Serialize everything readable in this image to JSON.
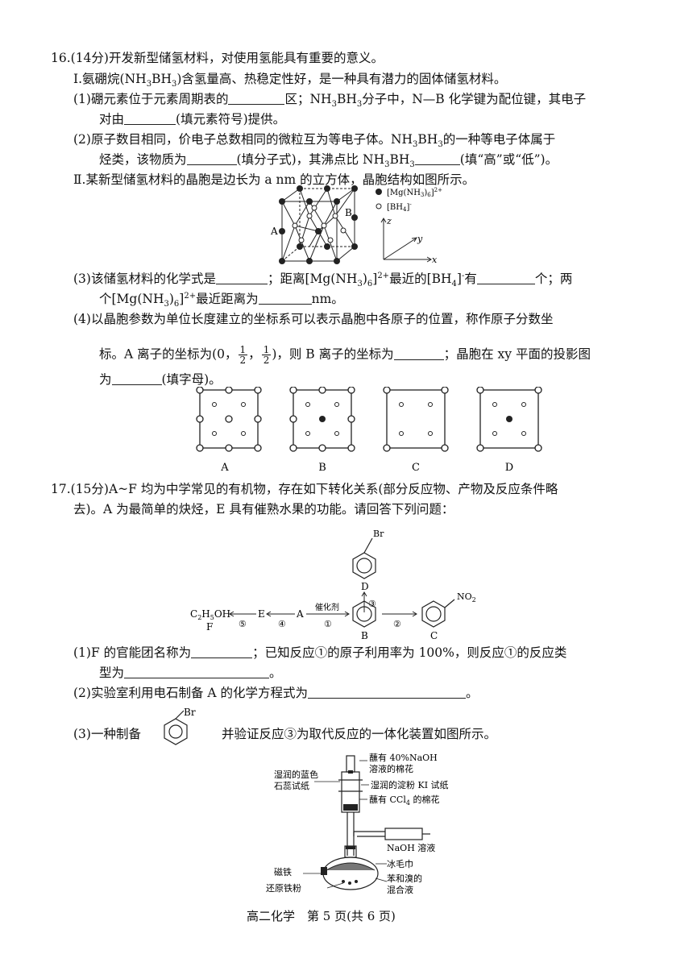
{
  "q16": {
    "header": "16.(14分)开发新型储氢材料，对使用氢能具有重要的意义。",
    "part1_a": "Ⅰ.氨硼烷(NH",
    "part1_b": "BH",
    "part1_c": ")含氢量高、热稳定性好，是一种具有潜力的固体储氢材料。",
    "s1_a": "(1)硼元素位于元素周期表的",
    "s1_b": "区；NH",
    "s1_c": "BH",
    "s1_d": "分子中，N—B 化学键为配位键，其电子",
    "s1_e": "对由",
    "s1_f": "(填元素符号)提供。",
    "s2_a": "(2)原子数目相同，价电子总数相同的微粒互为等电子体。NH",
    "s2_b": "BH",
    "s2_c": "的一种等电子体属于",
    "s2_d": "烃类，该物质为",
    "s2_e": "(填分子式)，其沸点比 NH",
    "s2_f": "BH",
    "s2_g": "(填“高”或“低”)。",
    "part2": "Ⅱ.某新型储氢材料的晶胞是边长为 a nm 的立方体，晶胞结构如图所示。",
    "s3_a": "(3)该储氢材料的化学式是",
    "s3_b": "；距离[Mg(NH",
    "s3_c": ")",
    "s3_d": "]",
    "s3_e": "最近的[BH",
    "s3_f": "]",
    "s3_g": "有",
    "s3_h": "个；两",
    "s3_i": "个[Mg(NH",
    "s3_j": ")",
    "s3_k": "]",
    "s3_l": "最近距离为",
    "s3_m": "nm。",
    "s4_a": "(4)以晶胞参数为单位长度建立的坐标系可以表示晶胞中各原子的位置，称作原子分数坐",
    "s4_b": "标。A 离子的坐标为(0，",
    "s4_c": "，",
    "s4_d": ")，则 B 离子的坐标为",
    "s4_e": "；晶胞在 xy 平面的投影图",
    "s4_f": "为",
    "s4_g": "(填字母)。",
    "legend1": "[Mg(NH",
    "legend1_sub": "3",
    "legend1_end": ")",
    "legend1_sub2": "6",
    "legend1_close": "]",
    "legend1_sup": "2+",
    "legend2": "[BH",
    "legend2_sub": "4",
    "legend2_close": "]",
    "legend2_sup": "-",
    "cellA": "A",
    "cellB": "B",
    "axis_x": "x",
    "axis_y": "y",
    "axis_z": "z",
    "opts": [
      "A",
      "B",
      "C",
      "D"
    ],
    "sub3": "3",
    "sub6": "6",
    "sub4": "4",
    "sup2": "2+",
    "supm": "-",
    "one": "1",
    "two": "2"
  },
  "q17": {
    "header_a": "17.(15分)A~F 均为中学常见的有机物，存在如下转化关系(部分反应物、产物及反应条件略",
    "header_b": "去)。A 为最简单的炔烃，E 具有催熟水果的功能。请回答下列问题：",
    "scheme": {
      "f_formula": "C",
      "f_sub1": "2",
      "f_mid": "H",
      "f_sub2": "5",
      "f_end": "OH",
      "f_label": "F",
      "e_label": "E",
      "a_label": "A",
      "b_label": "B",
      "c_label": "C",
      "d_label": "D",
      "catalyst": "催化剂",
      "r1": "①",
      "r2": "②",
      "r3": "③",
      "r4": "④",
      "r5": "⑤",
      "br": "Br",
      "no2": "NO",
      "no2_sub": "2"
    },
    "s1_a": "(1)F 的官能团名称为",
    "s1_b": "；已知反应①的原子利用率为 100%，则反应①的反应类",
    "s1_c": "型为",
    "s1_d": "。",
    "s2_a": "(2)实验室利用电石制备 A 的化学方程式为",
    "s2_b": "。",
    "s3_a": "(3)一种制备",
    "s3_b": "并验证反应③为取代反应的一体化装置如图所示。",
    "s3_br": "Br",
    "apparatus": {
      "l1a": "蘸有 40%NaOH",
      "l1b": "溶液的棉花",
      "l2a": "湿润的蓝色",
      "l2b": "石蕊试纸",
      "l3": "湿润的淀粉 KI 试纸",
      "l4a": "蘸有 CCl",
      "l4sub": "4",
      "l4b": " 的棉花",
      "l5": "NaOH 溶液",
      "l6": "冰毛巾",
      "l7": "磁铁",
      "l8a": "苯和溴的",
      "l8b": "混合液",
      "l9": "还原铁粉"
    }
  },
  "footer": "高二化学　第 5 页(共 6 页)"
}
